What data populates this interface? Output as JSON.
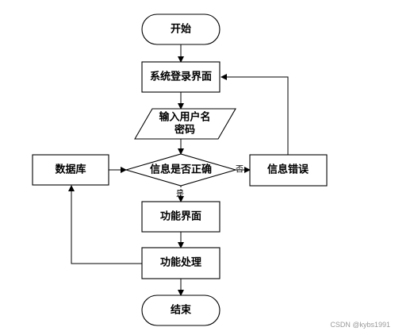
{
  "nodes": {
    "start": "开始",
    "login": "系统登录界面",
    "input_line1": "输入用户名",
    "input_line2": "密码",
    "check": "信息是否正确",
    "database": "数据库",
    "error": "信息错误",
    "function_ui": "功能界面",
    "function_proc": "功能处理",
    "end": "结束"
  },
  "edges": {
    "no": "否",
    "yes": "是"
  },
  "watermark": "CSDN @kybs1991"
}
